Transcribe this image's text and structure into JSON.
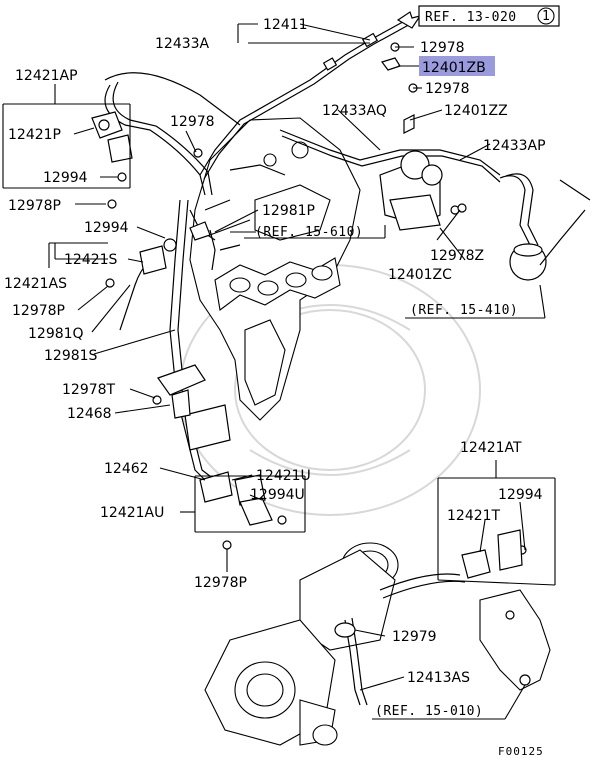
{
  "diagram": {
    "labels": {
      "l12411": "12411",
      "l12433A": "12433A",
      "ref13020": "REF. 13-020",
      "ref13020_circle": "1",
      "l12978_top": "12978",
      "l12401ZB": "12401ZB",
      "l12978_mid": "12978",
      "l12421AP": "12421AP",
      "l12433AQ": "12433AQ",
      "l12401ZZ": "12401ZZ",
      "l12421P": "12421P",
      "l12978_left": "12978",
      "l12433AP": "12433AP",
      "l12994_a": "12994",
      "l12978P_a": "12978P",
      "l12981P": "12981P",
      "l12994_b": "12994",
      "ref15610": "(REF. 15-610)",
      "l12421S": "12421S",
      "l12978Z": "12978Z",
      "l12421AS": "12421AS",
      "l12401ZC": "12401ZC",
      "l12978P_b": "12978P",
      "ref15410": "(REF. 15-410)",
      "l12981Q": "12981Q",
      "l12981S": "12981S",
      "l12978T": "12978T",
      "l12468": "12468",
      "l12421AT": "12421AT",
      "l12462": "12462",
      "l12421U": "12421U",
      "l12994_c": "12994",
      "l12421AU": "12421AU",
      "l12994U": "12994U",
      "l12421T": "12421T",
      "l12978P_c": "12978P",
      "l12979": "12979",
      "l12413AS": "12413AS",
      "ref15010": "(REF. 15-010)",
      "figure_code": "F00125"
    },
    "highlight_color": "#9a9ade"
  }
}
